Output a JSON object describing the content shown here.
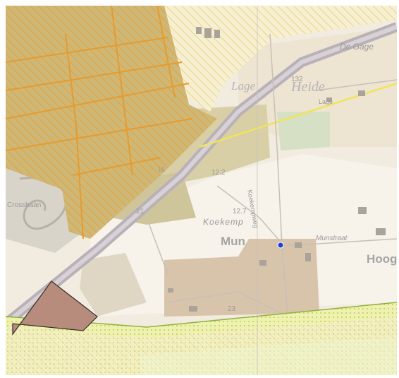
{
  "map": {
    "place_labels": {
      "de_gage": "De Gage",
      "lage": "Lage",
      "heide": "Heide",
      "lage_small": "Lage",
      "crossbaan": "Crossbaan",
      "koekemp": "Koekemp",
      "mun": "Mun",
      "hoog": "Hoog",
      "koekempweg": "Koekempweg",
      "munstraat": "Munstraat"
    },
    "numbers": {
      "n132": "132",
      "n122": "12.2",
      "n127": "12.7",
      "n21": "21",
      "n23": "23",
      "n15": "15"
    },
    "layers": [
      {
        "name": "forest-hatched-zone",
        "color": "#c8b36e",
        "stroke": "#e6a12f"
      },
      {
        "name": "yellow-hatched-zone",
        "color": "#f2e6a8",
        "stroke": "#e9c95a"
      },
      {
        "name": "dotted-protected-zone",
        "color": "#eef3a8",
        "stroke": "#9fbf3a"
      },
      {
        "name": "brown-parcel",
        "color": "#b48a78",
        "stroke": "#333333"
      }
    ],
    "marker_color": "#1f3fd1"
  }
}
